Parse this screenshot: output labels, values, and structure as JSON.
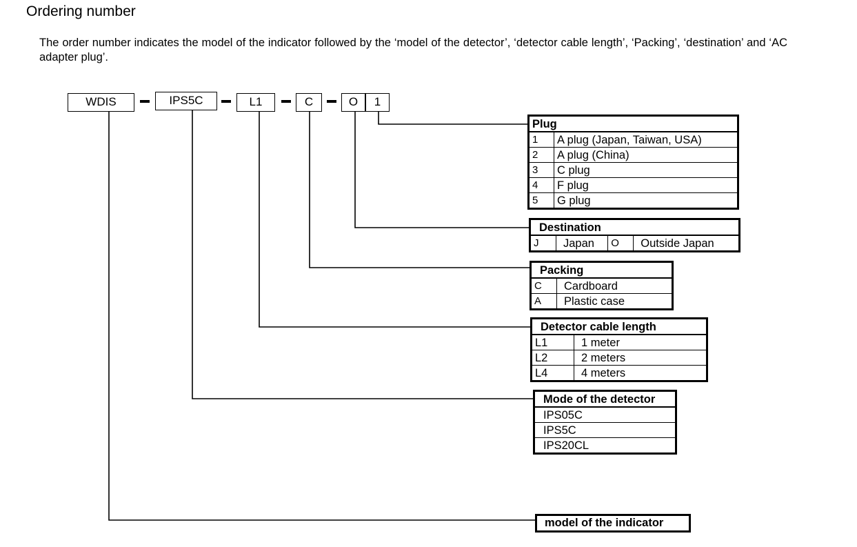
{
  "heading": "Ordering number",
  "intro": "The order number indicates the model of the indicator followed by the ‘model of the detector’, ‘detector cable length’, ‘Packing’, ‘destination’ and ‘AC adapter plug’.",
  "code": {
    "indicator": "WDIS",
    "detector": "IPS5C",
    "cable": "L1",
    "packing": "C",
    "destination": "O",
    "plug": "1"
  },
  "plug_table": {
    "title": "Plug",
    "rows": [
      {
        "key": "1",
        "value": "A plug (Japan, Taiwan, USA)"
      },
      {
        "key": "2",
        "value": "A plug (China)"
      },
      {
        "key": "3",
        "value": "C plug"
      },
      {
        "key": "4",
        "value": "F plug"
      },
      {
        "key": "5",
        "value": "G plug"
      }
    ]
  },
  "destination_table": {
    "title": "Destination",
    "options": [
      {
        "key": "J",
        "value": "Japan"
      },
      {
        "key": "O",
        "value": "Outside Japan"
      }
    ]
  },
  "packing_table": {
    "title": "Packing",
    "rows": [
      {
        "key": "C",
        "value": "Cardboard"
      },
      {
        "key": "A",
        "value": "Plastic case"
      }
    ]
  },
  "cable_table": {
    "title": "Detector cable length",
    "rows": [
      {
        "key": "L1",
        "value": "1 meter"
      },
      {
        "key": "L2",
        "value": "2 meters"
      },
      {
        "key": "L4",
        "value": "4 meters"
      }
    ]
  },
  "detector_table": {
    "title": "Mode of the detector",
    "rows": [
      "IPS05C",
      "IPS5C",
      "IPS20CL"
    ]
  },
  "indicator_label": "model of the indicator"
}
